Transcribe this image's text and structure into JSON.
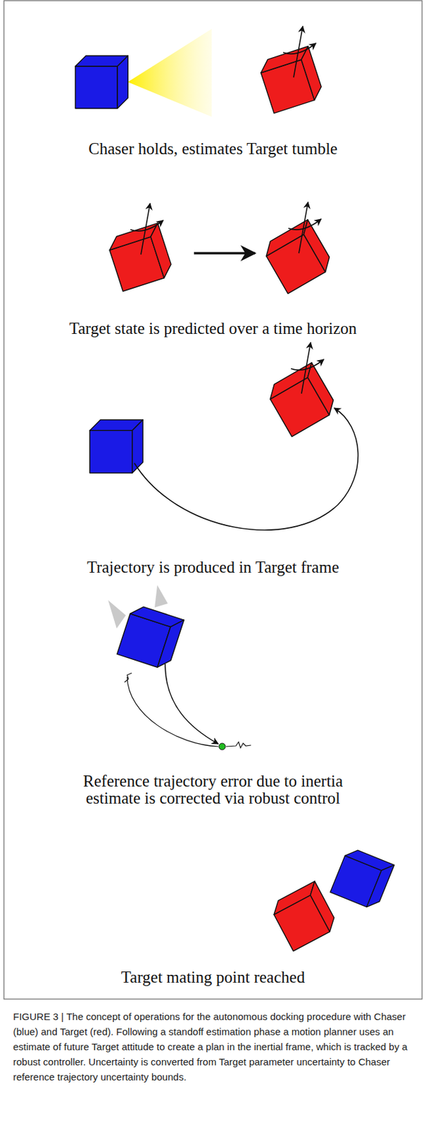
{
  "diagram": {
    "caption": "FIGURE 3 | The concept of operations for the autonomous docking procedure with Chaser (blue) and Target (red). Following a standoff estimation phase a motion planner uses an estimate of future Target attitude to create a plan in the inertial frame, which is tracked by a robust controller. Uncertainty is converted from Target parameter uncertainty to Chaser reference trajectory uncertainty bounds.",
    "labels": [
      "Chaser holds, estimates Target tumble",
      "Target state is predicted over a time horizon",
      "Trajectory is produced in Target frame",
      "Reference trajectory error due to inertia estimate is corrected via robust control",
      "Target mating point reached"
    ]
  }
}
